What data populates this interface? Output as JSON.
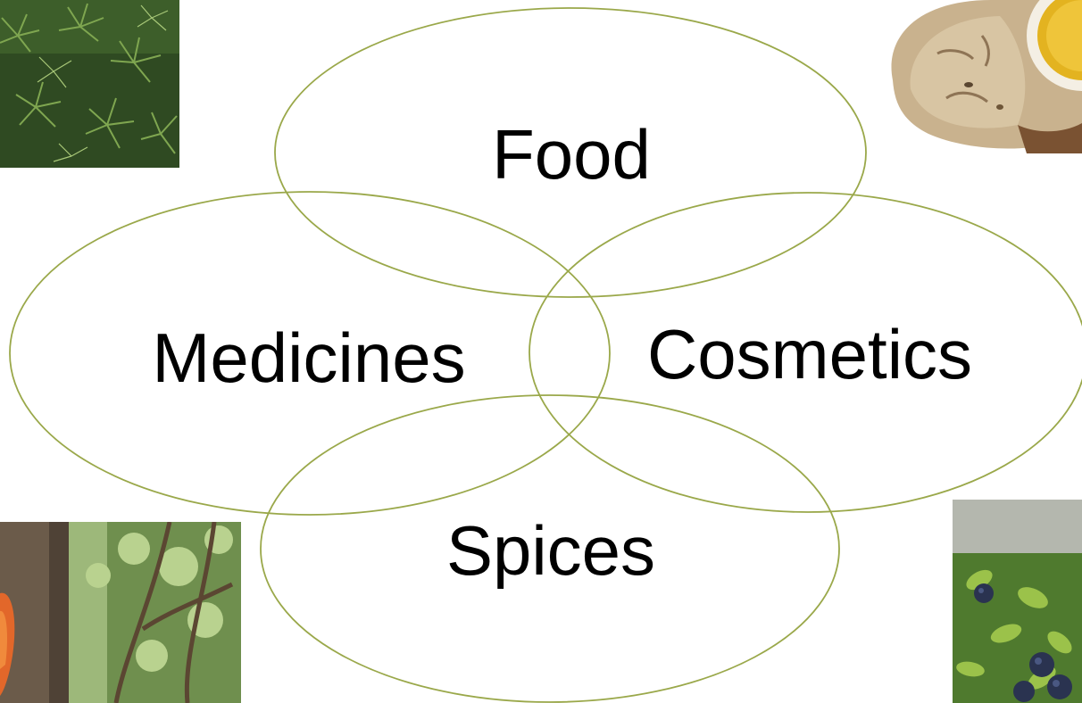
{
  "diagram": {
    "stroke_color": "#9aa84a",
    "circles": [
      {
        "id": "food",
        "label": "Food"
      },
      {
        "id": "medicines",
        "label": "Medicines"
      },
      {
        "id": "cosmetics",
        "label": "Cosmetics"
      },
      {
        "id": "spices",
        "label": "Spices"
      }
    ]
  },
  "photos": [
    {
      "id": "pine",
      "subject": "pine-needles-photo"
    },
    {
      "id": "bread",
      "subject": "bread-and-oil-photo"
    },
    {
      "id": "tree",
      "subject": "birch-tree-bark-photo"
    },
    {
      "id": "berries",
      "subject": "blueberries-photo"
    }
  ]
}
